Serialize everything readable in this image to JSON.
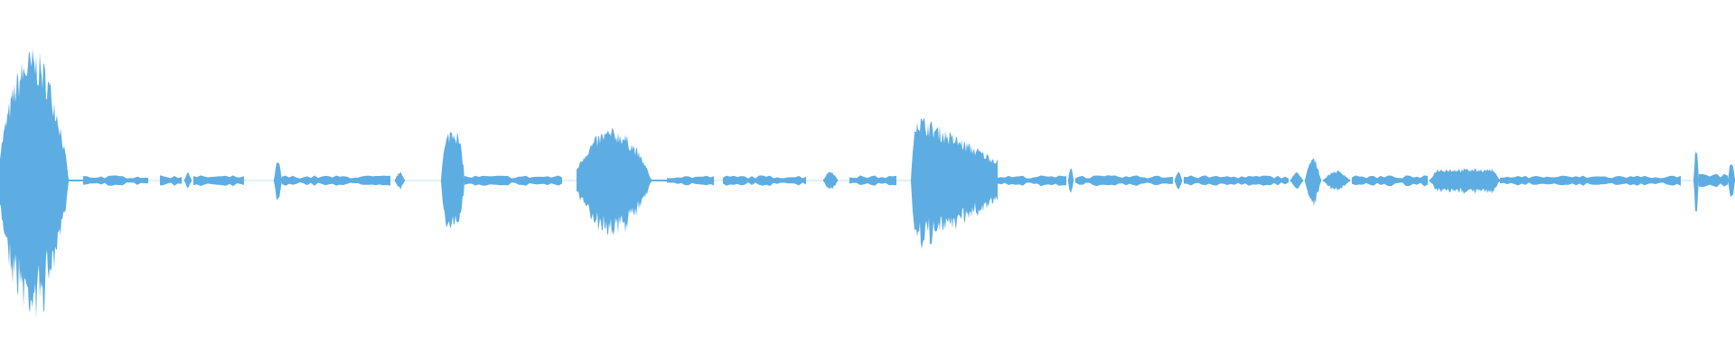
{
  "waveform": {
    "color": "#5DADE2",
    "background": "#FFFFFF",
    "duration_s": 1920,
    "amplitude_range": [
      -1,
      1
    ],
    "segments": [
      {
        "start": 0,
        "end": 92,
        "peak": 0.78,
        "shape": "swell"
      },
      {
        "start": 92,
        "end": 165,
        "peak": 0.03,
        "shape": "hum"
      },
      {
        "start": 177,
        "end": 202,
        "peak": 0.03,
        "shape": "hum"
      },
      {
        "start": 204,
        "end": 212,
        "peak": 0.05,
        "shape": "blip"
      },
      {
        "start": 214,
        "end": 270,
        "peak": 0.03,
        "shape": "hum"
      },
      {
        "start": 303,
        "end": 312,
        "peak": 0.12,
        "shape": "blip"
      },
      {
        "start": 312,
        "end": 432,
        "peak": 0.03,
        "shape": "hum"
      },
      {
        "start": 437,
        "end": 448,
        "peak": 0.05,
        "shape": "blip"
      },
      {
        "start": 488,
        "end": 514,
        "peak": 0.33,
        "shape": "burst"
      },
      {
        "start": 514,
        "end": 624,
        "peak": 0.03,
        "shape": "hum"
      },
      {
        "start": 638,
        "end": 738,
        "peak": 0.31,
        "shape": "swell"
      },
      {
        "start": 738,
        "end": 790,
        "peak": 0.03,
        "shape": "hum"
      },
      {
        "start": 800,
        "end": 893,
        "peak": 0.03,
        "shape": "hum"
      },
      {
        "start": 911,
        "end": 927,
        "peak": 0.06,
        "shape": "blip"
      },
      {
        "start": 940,
        "end": 993,
        "peak": 0.03,
        "shape": "hum"
      },
      {
        "start": 1008,
        "end": 1104,
        "peak": 0.42,
        "shape": "decay"
      },
      {
        "start": 1104,
        "end": 1180,
        "peak": 0.03,
        "shape": "hum"
      },
      {
        "start": 1182,
        "end": 1188,
        "peak": 0.09,
        "shape": "blip"
      },
      {
        "start": 1190,
        "end": 1300,
        "peak": 0.03,
        "shape": "hum"
      },
      {
        "start": 1300,
        "end": 1308,
        "peak": 0.06,
        "shape": "blip"
      },
      {
        "start": 1310,
        "end": 1428,
        "peak": 0.03,
        "shape": "hum"
      },
      {
        "start": 1428,
        "end": 1442,
        "peak": 0.05,
        "shape": "blip"
      },
      {
        "start": 1444,
        "end": 1462,
        "peak": 0.14,
        "shape": "blip"
      },
      {
        "start": 1464,
        "end": 1494,
        "peak": 0.06,
        "shape": "blip"
      },
      {
        "start": 1496,
        "end": 1582,
        "peak": 0.03,
        "shape": "hum"
      },
      {
        "start": 1582,
        "end": 1660,
        "peak": 0.07,
        "shape": "buzz"
      },
      {
        "start": 1660,
        "end": 1860,
        "peak": 0.03,
        "shape": "hum"
      },
      {
        "start": 1874,
        "end": 1880,
        "peak": 0.2,
        "shape": "blip"
      },
      {
        "start": 1880,
        "end": 1912,
        "peak": 0.04,
        "shape": "hum"
      },
      {
        "start": 1912,
        "end": 1920,
        "peak": 0.12,
        "shape": "blip"
      }
    ]
  }
}
